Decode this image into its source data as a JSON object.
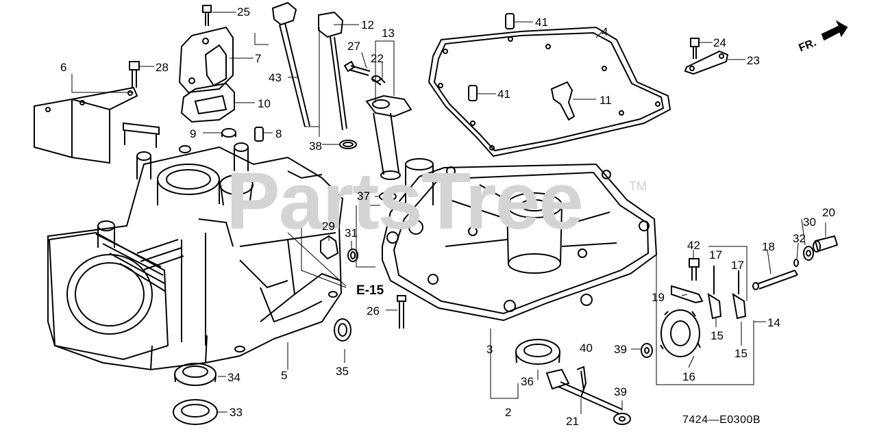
{
  "watermark": {
    "text": "PartsTree",
    "tm": "TM"
  },
  "reference": "E-15",
  "diagram_code": "7424—E0300B",
  "front_marker": "FR.",
  "callouts": [
    {
      "id": "25",
      "text": "25"
    },
    {
      "id": "12",
      "text": "12"
    },
    {
      "id": "13",
      "text": "13"
    },
    {
      "id": "41a",
      "text": "41"
    },
    {
      "id": "4",
      "text": "4"
    },
    {
      "id": "24",
      "text": "24"
    },
    {
      "id": "23",
      "text": "23"
    },
    {
      "id": "6",
      "text": "6"
    },
    {
      "id": "28",
      "text": "28"
    },
    {
      "id": "7",
      "text": "7"
    },
    {
      "id": "27",
      "text": "27"
    },
    {
      "id": "22",
      "text": "22"
    },
    {
      "id": "43",
      "text": "43"
    },
    {
      "id": "41b",
      "text": "41"
    },
    {
      "id": "11",
      "text": "11"
    },
    {
      "id": "10",
      "text": "10"
    },
    {
      "id": "9",
      "text": "9"
    },
    {
      "id": "8",
      "text": "8"
    },
    {
      "id": "38",
      "text": "38"
    },
    {
      "id": "37",
      "text": "37"
    },
    {
      "id": "29",
      "text": "29"
    },
    {
      "id": "31",
      "text": "31"
    },
    {
      "id": "30",
      "text": "30"
    },
    {
      "id": "20",
      "text": "20"
    },
    {
      "id": "42",
      "text": "42"
    },
    {
      "id": "18",
      "text": "18"
    },
    {
      "id": "32",
      "text": "32"
    },
    {
      "id": "17a",
      "text": "17"
    },
    {
      "id": "17b",
      "text": "17"
    },
    {
      "id": "19",
      "text": "19"
    },
    {
      "id": "26",
      "text": "26"
    },
    {
      "id": "14",
      "text": "14"
    },
    {
      "id": "15a",
      "text": "15"
    },
    {
      "id": "15b",
      "text": "15"
    },
    {
      "id": "3",
      "text": "3"
    },
    {
      "id": "40",
      "text": "40"
    },
    {
      "id": "39a",
      "text": "39"
    },
    {
      "id": "16",
      "text": "16"
    },
    {
      "id": "5",
      "text": "5"
    },
    {
      "id": "35",
      "text": "35"
    },
    {
      "id": "36",
      "text": "36"
    },
    {
      "id": "34",
      "text": "34"
    },
    {
      "id": "39b",
      "text": "39"
    },
    {
      "id": "2",
      "text": "2"
    },
    {
      "id": "33",
      "text": "33"
    },
    {
      "id": "21",
      "text": "21"
    }
  ],
  "colors": {
    "line": "#000000",
    "watermark": "#d4d4d4",
    "background": "#ffffff"
  }
}
